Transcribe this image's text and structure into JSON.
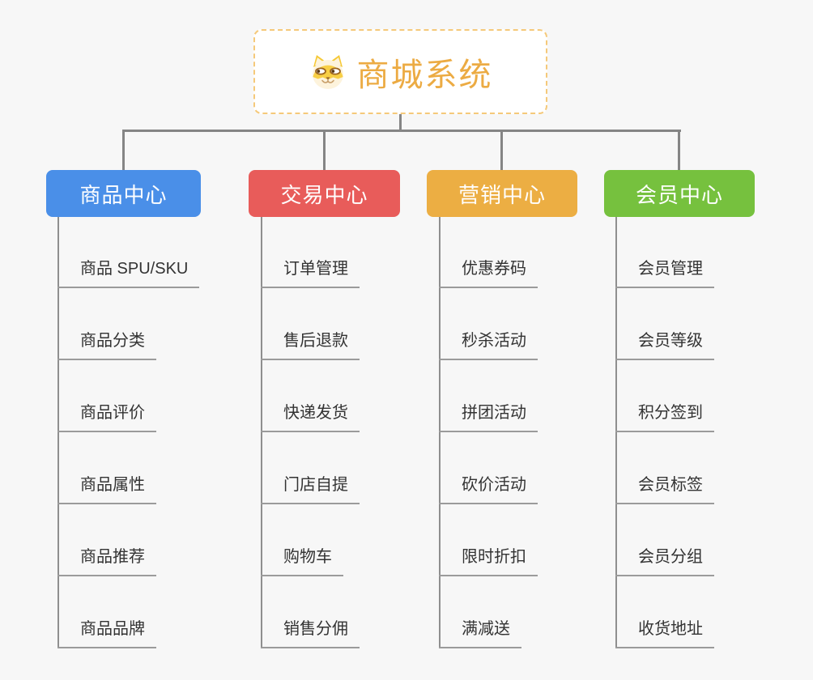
{
  "canvas": {
    "background_color": "#f7f7f7",
    "connector_color": "#858585",
    "underline_color": "#9b9b9b",
    "leaf_text_color": "#333333"
  },
  "root": {
    "title": "商城系统",
    "title_color": "#ecab43",
    "border_color": "#f5c97a",
    "icon": "shiba-dog-icon"
  },
  "branches": [
    {
      "label": "商品中心",
      "color": "#4a8fe8",
      "items": [
        "商品 SPU/SKU",
        "商品分类",
        "商品评价",
        "商品属性",
        "商品推荐",
        "商品品牌"
      ]
    },
    {
      "label": "交易中心",
      "color": "#e85c5a",
      "items": [
        "订单管理",
        "售后退款",
        "快递发货",
        "门店自提",
        "购物车",
        "销售分佣"
      ]
    },
    {
      "label": "营销中心",
      "color": "#ecae43",
      "items": [
        "优惠券码",
        "秒杀活动",
        "拼团活动",
        "砍价活动",
        "限时折扣",
        "满减送"
      ]
    },
    {
      "label": "会员中心",
      "color": "#76c13e",
      "items": [
        "会员管理",
        "会员等级",
        "积分签到",
        "会员标签",
        "会员分组",
        "收货地址"
      ]
    }
  ]
}
